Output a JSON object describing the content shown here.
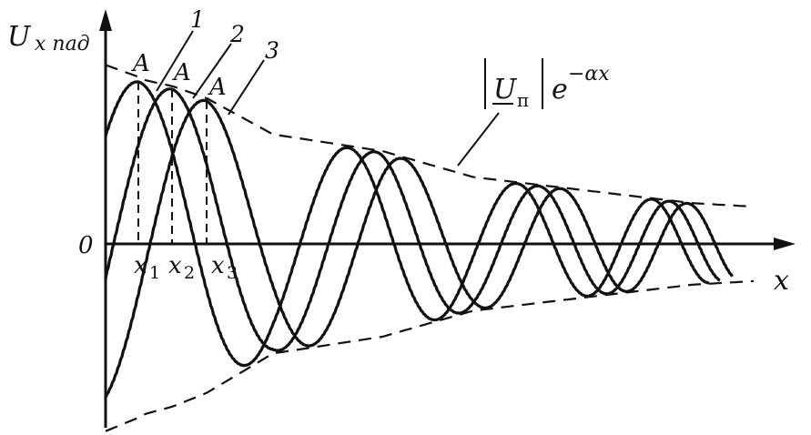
{
  "diagram": {
    "y_axis_label": "U",
    "y_axis_label_sub": "x пад",
    "x_axis_label": "x",
    "origin_label": "0",
    "peak_label": "A",
    "x_markers": [
      {
        "base": "x",
        "sub": "1"
      },
      {
        "base": "x",
        "sub": "2"
      },
      {
        "base": "x",
        "sub": "3"
      }
    ],
    "curve_numbers": [
      "1",
      "2",
      "3"
    ],
    "envelope_label": {
      "magnitude": "U",
      "magnitude_sub": "п",
      "exponent_base": "e",
      "exponent": "−αx"
    }
  },
  "colors": {
    "ink": "#111111",
    "background": "#ffffff"
  }
}
